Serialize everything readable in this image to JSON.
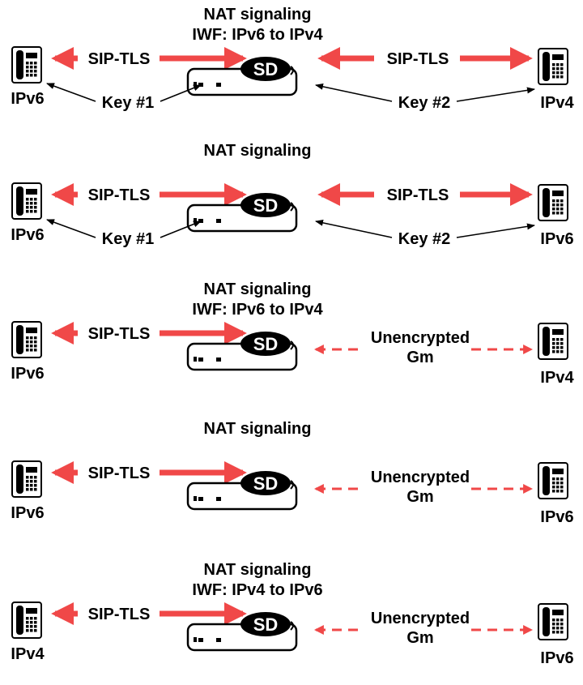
{
  "colors": {
    "arrow": "#f04848",
    "ink": "#000000",
    "bg": "#ffffff"
  },
  "device_label": "SD",
  "icons": {
    "phone": "desk-phone-icon",
    "device": "session-border-controller-icon"
  },
  "rows": [
    {
      "top_line1": "NAT signaling",
      "top_line2": "IWF: IPv6 to IPv4",
      "left_proto": "SIP-TLS",
      "right_proto": "SIP-TLS",
      "right_proto_line2": "",
      "left_key": "Key #1",
      "right_key": "Key #2",
      "left_ip": "IPv6",
      "right_ip": "IPv4",
      "right_style": "solid"
    },
    {
      "top_line1": "NAT signaling",
      "top_line2": "",
      "left_proto": "SIP-TLS",
      "right_proto": "SIP-TLS",
      "right_proto_line2": "",
      "left_key": "Key #1",
      "right_key": "Key #2",
      "left_ip": "IPv6",
      "right_ip": "IPv6",
      "right_style": "solid"
    },
    {
      "top_line1": "NAT signaling",
      "top_line2": "IWF: IPv6 to IPv4",
      "left_proto": "SIP-TLS",
      "right_proto": "Unencrypted",
      "right_proto_line2": "Gm",
      "left_key": "",
      "right_key": "",
      "left_ip": "IPv6",
      "right_ip": "IPv4",
      "right_style": "dashed"
    },
    {
      "top_line1": "NAT signaling",
      "top_line2": "",
      "left_proto": "SIP-TLS",
      "right_proto": "Unencrypted",
      "right_proto_line2": "Gm",
      "left_key": "",
      "right_key": "",
      "left_ip": "IPv6",
      "right_ip": "IPv6",
      "right_style": "dashed"
    },
    {
      "top_line1": "NAT signaling",
      "top_line2": "IWF: IPv4 to IPv6",
      "left_proto": "SIP-TLS",
      "right_proto": "Unencrypted",
      "right_proto_line2": "Gm",
      "left_key": "",
      "right_key": "",
      "left_ip": "IPv4",
      "right_ip": "IPv6",
      "right_style": "dashed"
    }
  ]
}
